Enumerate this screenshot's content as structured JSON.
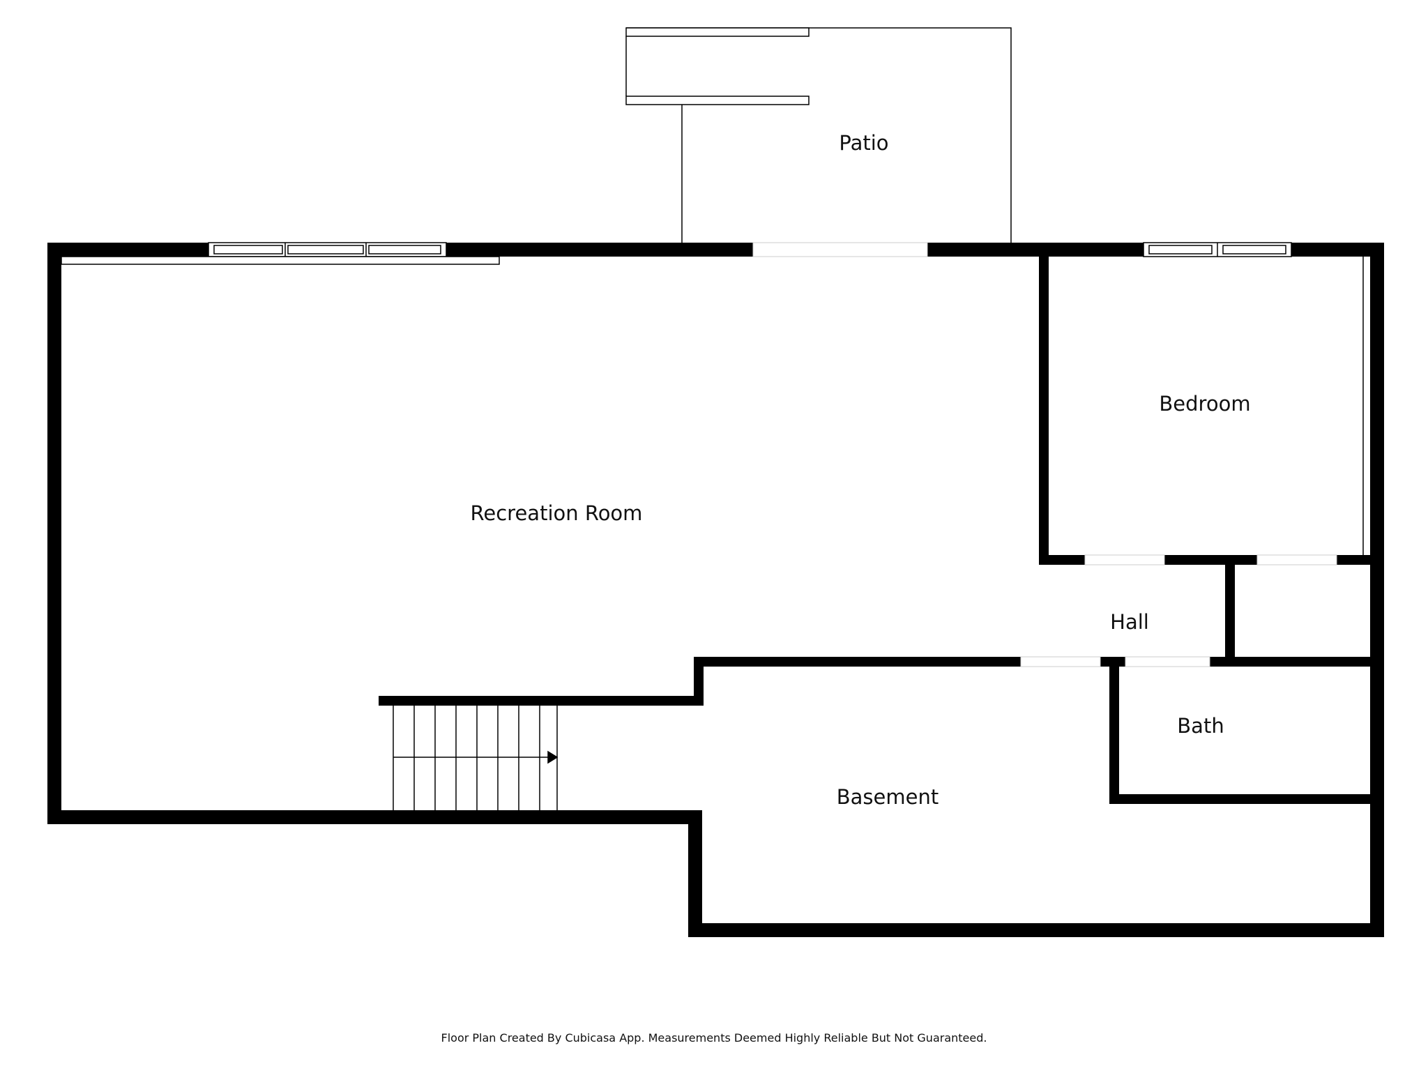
{
  "rooms": {
    "patio": "Patio",
    "recreation_room": "Recreation Room",
    "bedroom": "Bedroom",
    "hall": "Hall",
    "bath": "Bath",
    "basement": "Basement"
  },
  "footer": "Floor Plan Created By Cubicasa App. Measurements Deemed Highly Reliable But Not Guaranteed.",
  "colors": {
    "wall": "#000000",
    "background": "#ffffff"
  }
}
